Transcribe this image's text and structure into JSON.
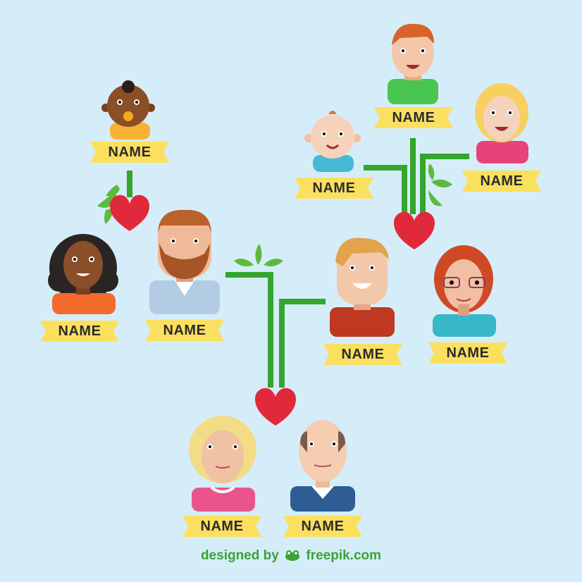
{
  "people": [
    {
      "id": "baby-top-left",
      "label": "NAME"
    },
    {
      "id": "woman-curly-hair",
      "label": "NAME"
    },
    {
      "id": "man-bearded",
      "label": "NAME"
    },
    {
      "id": "grandmother",
      "label": "NAME"
    },
    {
      "id": "grandfather",
      "label": "NAME"
    },
    {
      "id": "man-ginger",
      "label": "NAME"
    },
    {
      "id": "woman-glasses",
      "label": "NAME"
    },
    {
      "id": "boy-top",
      "label": "NAME"
    },
    {
      "id": "girl-blonde",
      "label": "NAME"
    },
    {
      "id": "baby-top-right",
      "label": "NAME"
    }
  ],
  "credit": {
    "prefix": "designed by",
    "brand": "freepik.com"
  },
  "colors": {
    "background": "#d5edf9",
    "label": "#fbe060",
    "branch": "#34a52d",
    "leaf": "#5cbb3c",
    "heart": "#e02a3c"
  },
  "icons": [
    "heart-icon",
    "leaf-icon",
    "frog-logo-icon"
  ]
}
